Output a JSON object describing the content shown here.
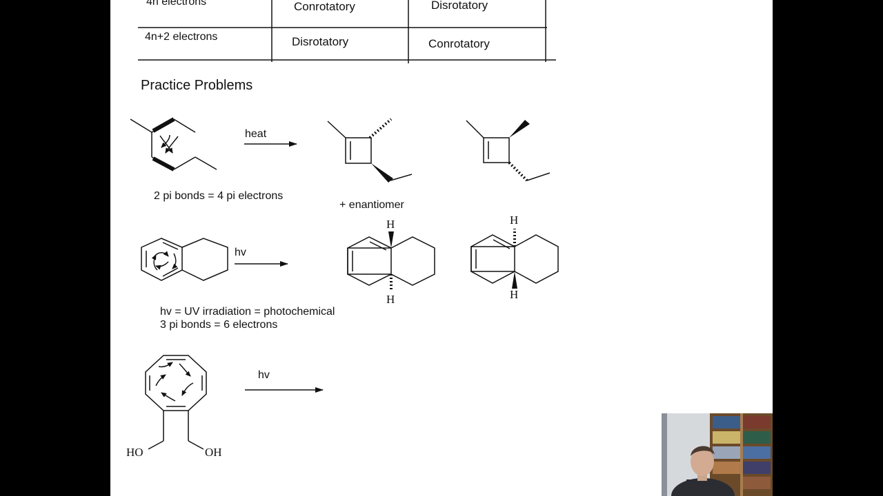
{
  "table": {
    "rows": [
      {
        "label": "4n electrons",
        "thermal": "Conrotatory",
        "photochemical": "Disrotatory"
      },
      {
        "label": "4n+2 electrons",
        "thermal": "Disrotatory",
        "photochemical": "Conrotatory"
      }
    ]
  },
  "section_title": "Practice Problems",
  "problem1": {
    "condition": "heat",
    "note": "2 pi bonds = 4 pi electrons",
    "product_note": "+ enantiomer"
  },
  "problem2": {
    "condition": "hv",
    "note_line1": "hv = UV irradiation = photochemical",
    "note_line2": "3 pi bonds = 6 electrons",
    "h_label": "H"
  },
  "problem3": {
    "condition": "hv",
    "oh_left": "HO",
    "oh_right": "OH"
  },
  "colors": {
    "slide_bg": "#ffffff",
    "frame_bg": "#000000",
    "ink": "#111111"
  }
}
